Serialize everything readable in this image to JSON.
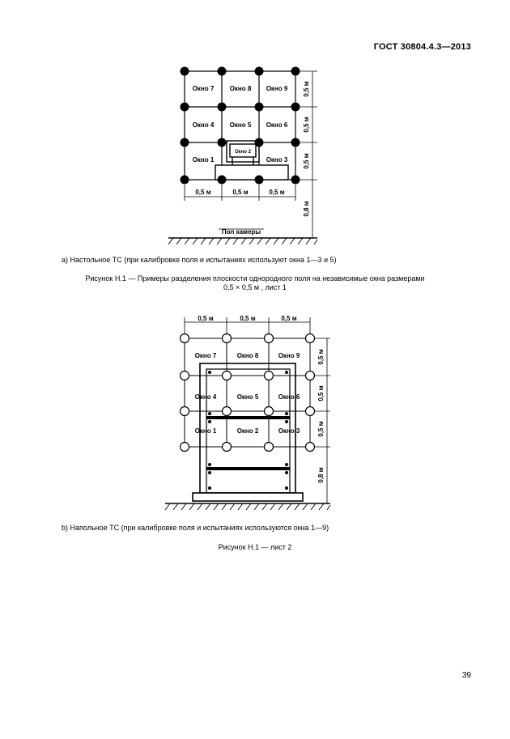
{
  "header": {
    "standard": "ГОСТ 30804.4.3—2013"
  },
  "figure_a": {
    "windows": [
      "Окно 7",
      "Окно 8",
      "Окно 9",
      "Окно 4",
      "Окно 5",
      "Окно 6",
      "Окно 1",
      "Окно 3"
    ],
    "device_window_label": "Окно 2",
    "dims_horizontal": [
      "0,5 м",
      "0,5 м",
      "0,5 м"
    ],
    "dims_vertical": [
      "0,5 м",
      "0,5 м",
      "0,5 м",
      "0,8 м"
    ],
    "floor_label": "Пол камеры",
    "caption": "а)  Настольное ТС (при калибровке поля и испытаниях используют  окна 1—3 и 5)"
  },
  "figure_title": {
    "line1": "Рисунок Н.1 — Примеры разделения плоскости однородного поля на независимые окна размерами",
    "line2": "0,5 × 0,5 м , лист 1"
  },
  "figure_b": {
    "windows": [
      "Окно 7",
      "Окно 8",
      "Окно 9",
      "Окно 4",
      "Окно 5",
      "Окно 6",
      "Окно 1",
      "Окно 2",
      "Окно 3"
    ],
    "dims_horizontal": [
      "0,5 м",
      "0,5 м",
      "0,5 м"
    ],
    "dims_vertical": [
      "0,5 м",
      "0,5 м",
      "0,5 м",
      "0,8 м"
    ],
    "caption": "b)  Напольное  ТС  (при калибровке поля и испытаниях используются окна 1—9)",
    "sheet_caption": "Рисунок Н.1 —  лист 2"
  },
  "page": {
    "number": "39"
  }
}
